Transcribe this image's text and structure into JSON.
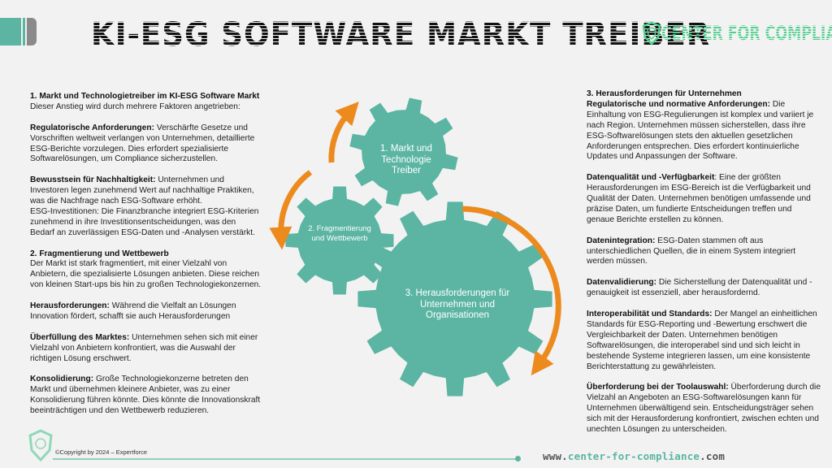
{
  "header": {
    "title": "KI-ESG SOFTWARE MARKT TREIBER",
    "logo_text": "CENTER FOR COMPLIANCE"
  },
  "colors": {
    "teal": "#5bb5a2",
    "orange": "#ec8a1e",
    "logo_green": "#4fd08e",
    "background": "#f2f2f2"
  },
  "gears": [
    {
      "label": "1. Markt und Technologie Treiber"
    },
    {
      "label": "2. Fragmentierung und Wettbewerb"
    },
    {
      "label": "3. Herausforderungen für Unternehmen und Organisationen"
    }
  ],
  "left": [
    {
      "bold": "1. Markt und Technologietreiber im KI-ESG Software Markt",
      "text": "Dieser Anstieg wird durch mehrere Faktoren angetrieben:",
      "break": true
    },
    {
      "bold": "Regulatorische Anforderungen:",
      "text": " Verschärfte Gesetze und Vorschriften weltweit verlangen von Unternehmen, detaillierte ESG-Berichte vorzulegen. Dies erfordert spezialisierte Softwarelösungen, um Compliance sicherzustellen."
    },
    {
      "bold": "Bewusstsein für Nachhaltigkeit:",
      "text": " Unternehmen und Investoren legen zunehmend Wert auf nachhaltige Praktiken, was die Nachfrage nach ESG-Software erhöht.",
      "extra": "ESG-Investitionen: Die Finanzbranche integriert ESG-Kriterien zunehmend in ihre Investitionsentscheidungen, was den Bedarf an zuverlässigen ESG-Daten und -Analysen verstärkt."
    },
    {
      "bold": "2. Fragmentierung und Wettbewerb",
      "text": "Der Markt ist stark fragmentiert, mit einer Vielzahl von Anbietern, die spezialisierte Lösungen anbieten. Diese reichen von kleinen Start-ups bis hin zu großen Technologiekonzernen.",
      "break": true
    },
    {
      "bold": "Herausforderungen:",
      "text": " Während die Vielfalt an Lösungen Innovation fördert, schafft sie auch Herausforderungen"
    },
    {
      "bold": "Überfüllung des Marktes:",
      "text": " Unternehmen sehen sich mit einer Vielzahl von Anbietern konfrontiert, was die Auswahl der richtigen Lösung erschwert."
    },
    {
      "bold": "Konsolidierung:",
      "text": " Große Technologiekonzerne betreten den Markt und übernehmen kleinere Anbieter, was zu einer Konsolidierung führen könnte. Dies könnte die Innovationskraft beeinträchtigen und den Wettbewerb reduzieren."
    }
  ],
  "right": [
    {
      "heading": "3. Herausforderungen für Unternehmen",
      "bold": "Regulatorische und normative Anforderungen:",
      "text": " Die Einhaltung von ESG-Regulierungen ist komplex und variiert je nach Region. Unternehmen müssen sicherstellen, dass ihre ESG-Softwarelösungen stets den aktuellen gesetzlichen Anforderungen entsprechen. Dies erfordert kontinuierliche Updates und Anpassungen der Software."
    },
    {
      "bold": "Datenqualität und -Verfügbarkeit",
      "text": ": Eine der größten Herausforderungen im ESG-Bereich ist die Verfügbarkeit und Qualität der Daten. Unternehmen benötigen umfassende und präzise Daten, um fundierte Entscheidungen treffen und genaue Berichte erstellen zu können."
    },
    {
      "bold": "Datenintegration:",
      "text": " ESG-Daten stammen oft aus unterschiedlichen Quellen, die in einem System integriert werden müssen."
    },
    {
      "bold": "Datenvalidierung:",
      "text": " Die Sicherstellung der Datenqualität und -genauigkeit ist essenziell, aber herausfordernd."
    },
    {
      "bold": "Interoperabilität und Standards:",
      "text": " Der Mangel an einheitlichen Standards für ESG-Reporting und -Bewertung erschwert die Vergleichbarkeit der Daten. Unternehmen benötigen Softwarelösungen, die interoperabel sind und sich leicht in bestehende Systeme integrieren lassen, um eine konsistente Berichterstattung zu gewährleisten."
    },
    {
      "bold": "Überforderung bei der Toolauswahl:",
      "text": " Überforderung durch die Vielzahl an Angeboten an ESG-Softwarelösungen kann für Unternehmen überwältigend sein. Entscheidungsträger sehen sich mit der Herausforderung konfrontiert, zwischen echten und unechten Lösungen zu unterscheiden."
    }
  ],
  "footer": {
    "copyright": "©Copyright by 2024 – Expertforce",
    "url_prefix": "www.",
    "url_mid": "center-for-compliance",
    "url_suffix": ".com"
  }
}
